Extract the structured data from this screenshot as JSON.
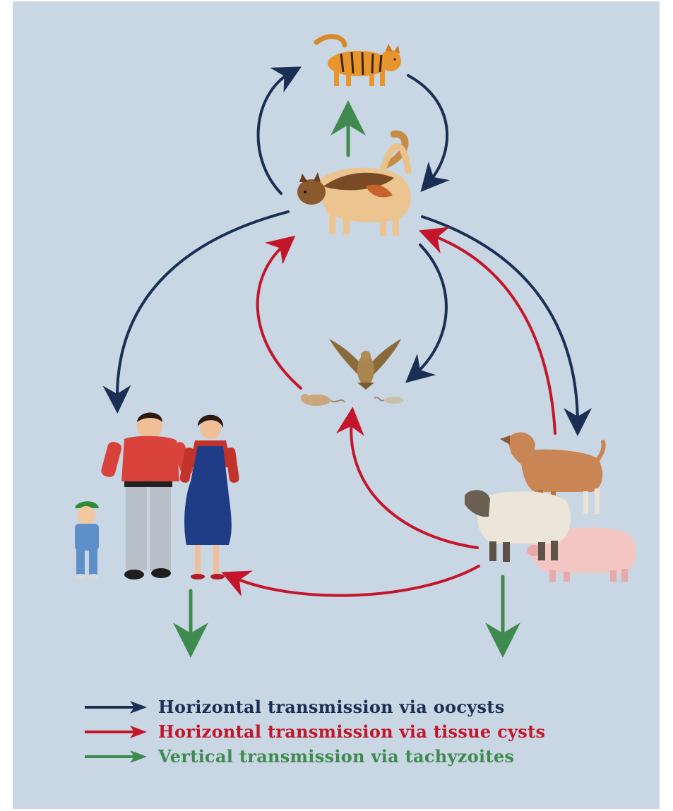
{
  "colors": {
    "background": "#c9d6e3",
    "oocyst_arrow": "#1b2f55",
    "tissue_cyst_arrow": "#c4162b",
    "tachyzoite_arrow": "#3f8a4e"
  },
  "nodes": {
    "kitten": "kitten",
    "adult_cat": "adult-cat",
    "bird_and_rodents": "bird-and-rodents",
    "human_family": "human-family",
    "livestock": "livestock"
  },
  "legend": {
    "items": [
      {
        "key": "oocyst",
        "label": "Horizontal transmission via oocysts",
        "color": "#1b2f55"
      },
      {
        "key": "tissue",
        "label": "Horizontal transmission via tissue cysts",
        "color": "#c4162b"
      },
      {
        "key": "tachy",
        "label": "Vertical transmission via tachyzoites",
        "color": "#3f8a4e"
      }
    ]
  }
}
